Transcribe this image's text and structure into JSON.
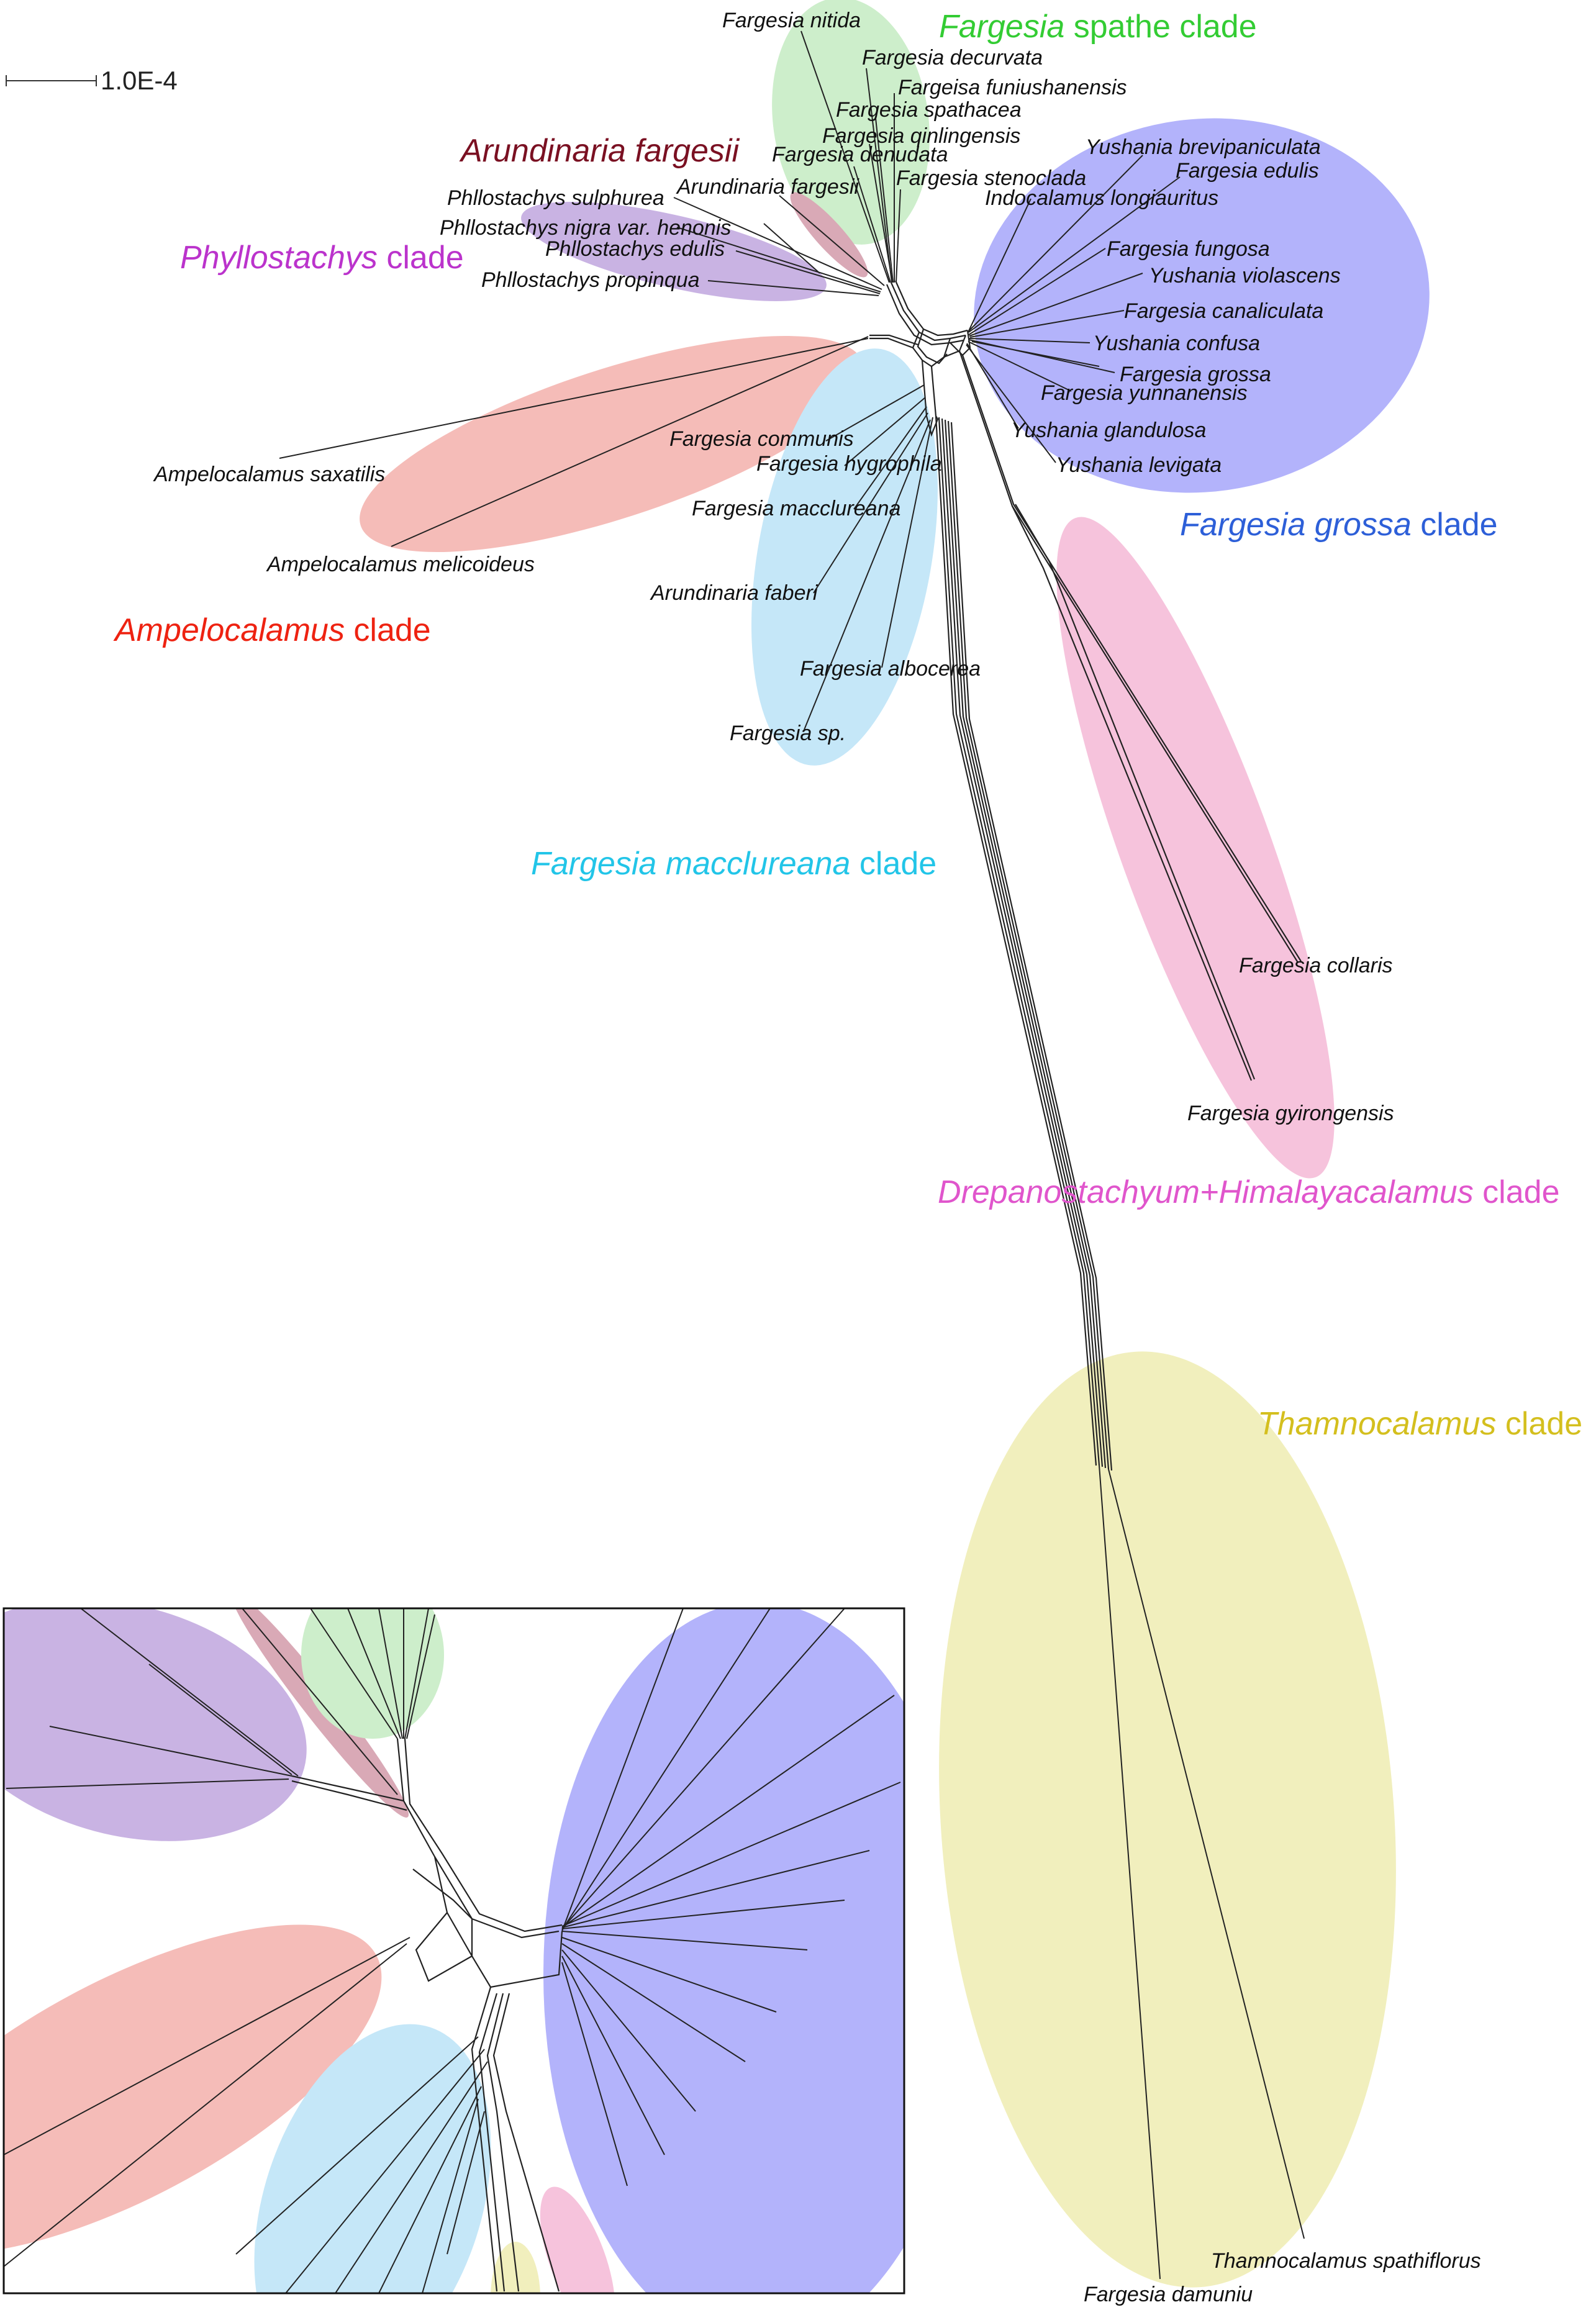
{
  "scale_bar": {
    "label": "1.0E-4"
  },
  "colors": {
    "green": "#cdeecb",
    "maroon": "#d9a9b6",
    "purple": "#c9b3e3",
    "blue": "#b3b3fb",
    "red": "#f5bcb8",
    "cyan": "#c5e7f8",
    "pink": "#f6c3dc",
    "yellow": "#f1efbd",
    "label_green": "#33cc33",
    "label_maroon": "#7a1022",
    "label_purple": "#bb33cc",
    "label_blue": "#2d5fd8",
    "label_red": "#ee2211",
    "label_cyan": "#22c5e8",
    "label_pink": "#e055cc",
    "label_yellow": "#d4bf1e"
  },
  "clades": {
    "spathe": {
      "italic": "Fargesia",
      "rest": " spathe clade"
    },
    "arundinaria": {
      "italic": "Arundinaria fargesii",
      "rest": ""
    },
    "phyllostachys": {
      "italic": "Phyllostachys",
      "rest": " clade"
    },
    "grossa": {
      "italic": "Fargesia grossa",
      "rest": " clade"
    },
    "ampelocalamus": {
      "italic": "Ampelocalamus",
      "rest": " clade"
    },
    "macclureana": {
      "italic": "Fargesia macclureana",
      "rest": " clade"
    },
    "drepanostachyum": {
      "italic": "Drepanostachyum+Himalayacalamus",
      "rest": " clade"
    },
    "thamnocalamus": {
      "italic": "Thamnocalamus",
      "rest": " clade"
    }
  },
  "taxa": {
    "f_nitida": "Fargesia nitida",
    "f_decurvata": "Fargesia decurvata",
    "f_funiushanensis": "Fargeisa funiushanensis",
    "f_spathacea": "Fargesia spathacea",
    "f_qinlingensis": "Fargesia qinlingensis",
    "f_denudata": "Fargesia denudata",
    "f_stenoclada": "Fargesia stenoclada",
    "a_fargesii": "Arundinaria fargesii",
    "p_sulphurea": "Phllostachys sulphurea",
    "p_nigra": "Phllostachys nigra var. henonis",
    "p_edulis": "Phllostachys edulis",
    "p_propinqua": "Phllostachys propinqua",
    "y_brevipaniculata": "Yushania brevipaniculata",
    "f_edulis": "Fargesia edulis",
    "i_longiauritus": "Indocalamus longiauritus",
    "f_fungosa": "Fargesia fungosa",
    "y_violascens": "Yushania violascens",
    "f_canaliculata": "Fargesia canaliculata",
    "y_confusa": "Yushania confusa",
    "f_grossa": "Fargesia grossa",
    "f_yunnanensis": "Fargesia yunnanensis",
    "y_glandulosa": "Yushania glandulosa",
    "y_levigata": "Yushania levigata",
    "am_saxatilis": "Ampelocalamus saxatilis",
    "am_melicoideus": "Ampelocalamus melicoideus",
    "f_communis": "Fargesia communis",
    "f_hygrophila": "Fargesia hygrophila",
    "f_macclureana": "Fargesia macclureana",
    "a_faberi": "Arundinaria faberi",
    "f_albocerea": "Fargesia albocerea",
    "f_sp": "Fargesia sp.",
    "f_collaris": "Fargesia collaris",
    "f_gyirongensis": "Fargesia gyirongensis",
    "t_spathiflorus": "Thamnocalamus spathiflorus",
    "f_damuniu": "Fargesia damuniu"
  }
}
